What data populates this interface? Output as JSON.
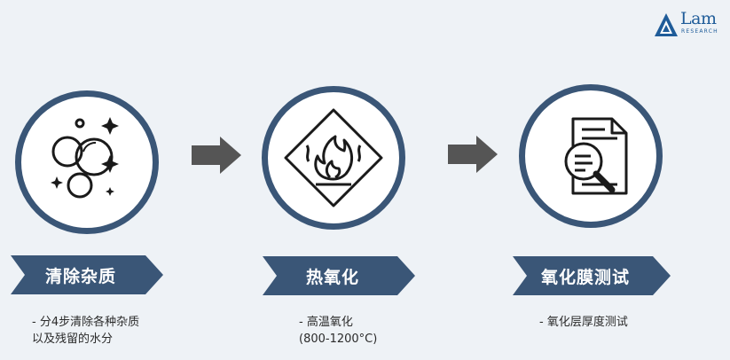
{
  "brand": {
    "name": "Lam",
    "subtitle": "RESEARCH",
    "color": "#1f5c99"
  },
  "colors": {
    "circle_border": "#3a5677",
    "banner": "#3a5677",
    "arrow": "#555555",
    "background": "#eef2f6"
  },
  "steps": [
    {
      "icon": "bubbles-sparkle-icon",
      "title": "清除杂质",
      "desc_line1": "- 分4步清除各种杂质",
      "desc_line2": "以及残留的水分"
    },
    {
      "icon": "flame-warning-icon",
      "title": "热氧化",
      "desc_line1": "- 高温氧化",
      "desc_line2": "(800-1200°C)"
    },
    {
      "icon": "document-magnifier-icon",
      "title": "氧化膜测试",
      "desc_line1": "- 氧化层厚度测试"
    }
  ]
}
